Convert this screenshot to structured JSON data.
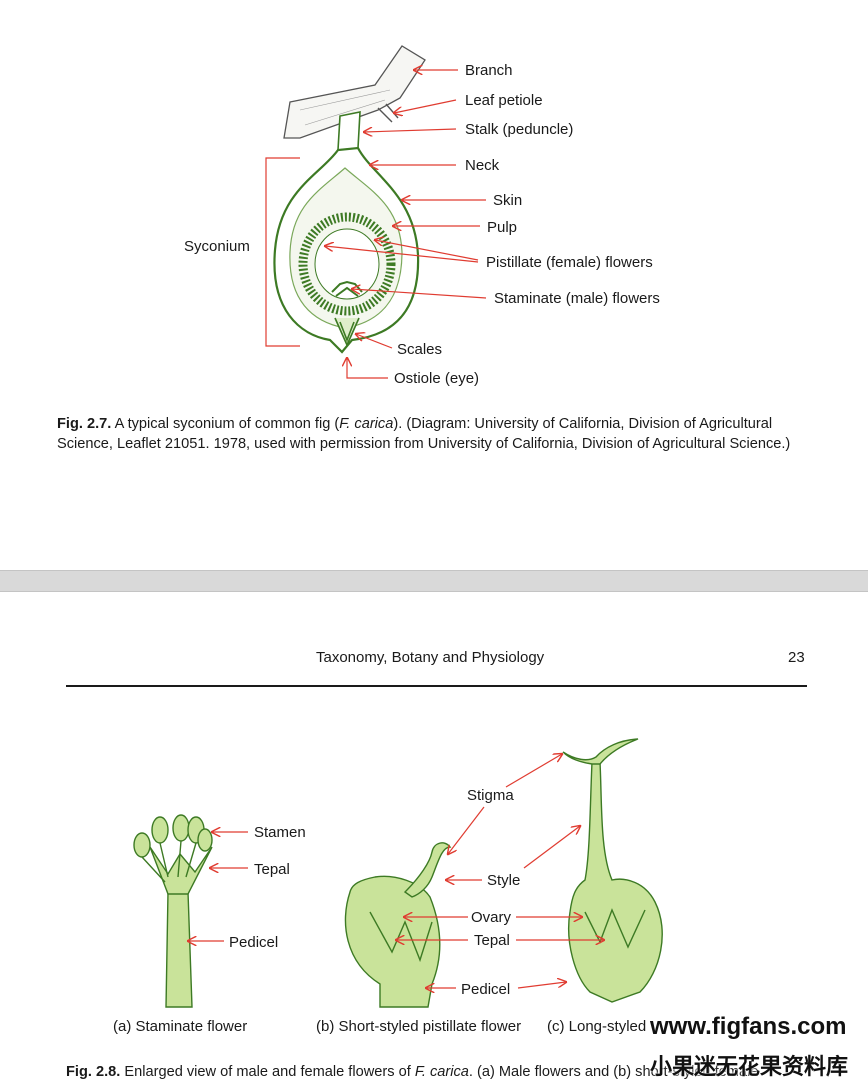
{
  "fig27": {
    "labels": {
      "branch": "Branch",
      "leaf_petiole": "Leaf petiole",
      "stalk": "Stalk (peduncle)",
      "neck": "Neck",
      "skin": "Skin",
      "pulp": "Pulp",
      "pistillate": "Pistillate (female) flowers",
      "staminate": "Staminate (male) flowers",
      "scales": "Scales",
      "ostiole": "Ostiole (eye)",
      "syconium": "Syconium"
    },
    "caption": {
      "number": "Fig. 2.7.",
      "text_before_italic": "A typical syconium of common fig (",
      "italic": "F. carica",
      "text_after_italic": "). (Diagram: University of California, Division of Agricultural Science, Leaflet 21051. 1978, used with permission from University of California, Division of Agricultural Science.)"
    }
  },
  "running_head": {
    "title": "Taxonomy, Botany and Physiology",
    "page_number": "23"
  },
  "fig28": {
    "labels": {
      "stamen": "Stamen",
      "tepal_a": "Tepal",
      "pedicel_a": "Pedicel",
      "stigma": "Stigma",
      "style": "Style",
      "ovary": "Ovary",
      "tepal_b": "Tepal",
      "pedicel_b": "Pedicel"
    },
    "subcaptions": {
      "a": "(a) Staminate flower",
      "b": "(b) Short-styled pistillate flower",
      "c": "(c) Long-styled"
    },
    "caption": {
      "number": "Fig. 2.8.",
      "text_before_italic": "Enlarged view of male and female flowers of ",
      "italic": "F. carica",
      "text_after_italic": ". (a) Male flowers and (b) short-styled female"
    }
  },
  "watermark": {
    "line1": "www.figfans.com",
    "line2": "小果迷无花果资料库"
  },
  "colors": {
    "arrow": "#e03c31",
    "plant_outline": "#3d7a24",
    "plant_fill": "#c9e39a",
    "page_gap": "#d9d9d9"
  }
}
